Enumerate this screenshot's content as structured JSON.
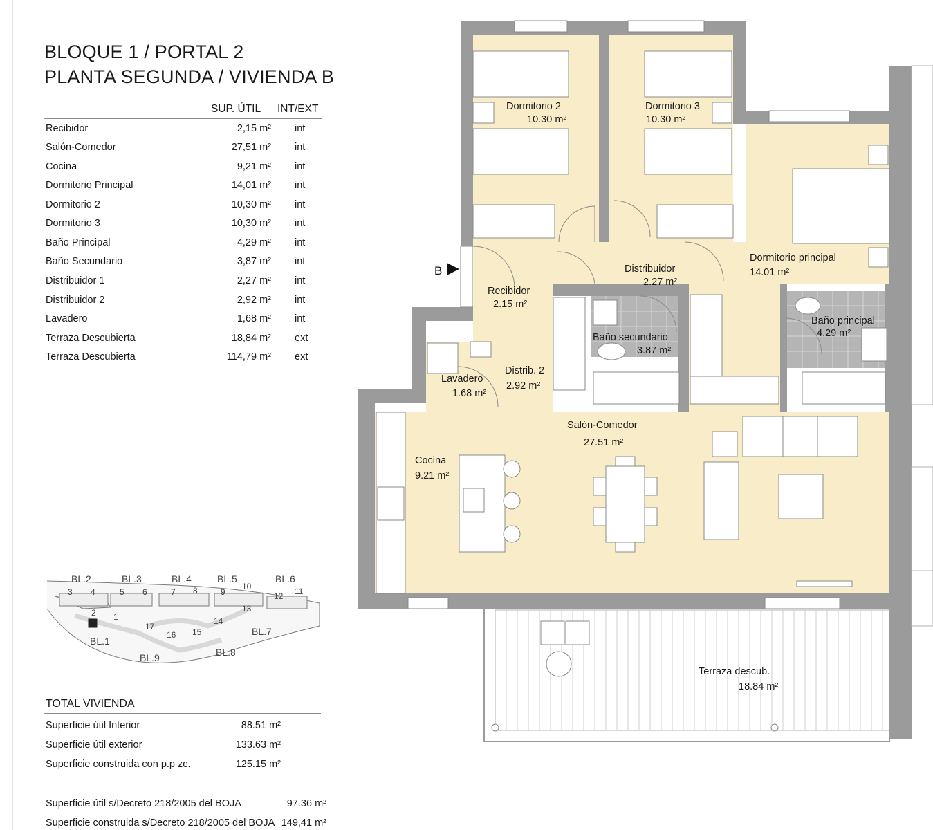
{
  "header": {
    "line1": "BLOQUE 1 / PORTAL 2",
    "line2": "PLANTA SEGUNDA / VIVIENDA B"
  },
  "table": {
    "col_area": "SUP. ÚTIL",
    "col_type": "INT/EXT",
    "rows": [
      {
        "name": "Recibidor",
        "area": "2,15 m²",
        "type": "int"
      },
      {
        "name": "Salón-Comedor",
        "area": "27,51 m²",
        "type": "int"
      },
      {
        "name": "Cocina",
        "area": "9,21 m²",
        "type": "int"
      },
      {
        "name": "Dormitorio Principal",
        "area": "14,01 m²",
        "type": "int"
      },
      {
        "name": "Dormitorio 2",
        "area": "10,30 m²",
        "type": "int"
      },
      {
        "name": "Dormitorio 3",
        "area": "10,30 m²",
        "type": "int"
      },
      {
        "name": "Baño Principal",
        "area": "4,29 m²",
        "type": "int"
      },
      {
        "name": "Baño Secundario",
        "area": "3,87 m²",
        "type": "int"
      },
      {
        "name": "Distribuidor 1",
        "area": "2,27 m²",
        "type": "int"
      },
      {
        "name": "Distribuidor 2",
        "area": "2,92 m²",
        "type": "int"
      },
      {
        "name": "Lavadero",
        "area": "1,68 m²",
        "type": "int"
      },
      {
        "name": "Terraza Descubierta",
        "area": "18,84 m²",
        "type": "ext"
      },
      {
        "name": "Terraza Descubierta",
        "area": "114,79 m²",
        "type": "ext"
      }
    ]
  },
  "site_map": {
    "blocks": [
      "BL.2",
      "BL.3",
      "BL.4",
      "BL.5",
      "BL.6",
      "BL.1",
      "BL.9",
      "BL.8",
      "BL.7"
    ],
    "numbers": [
      "3",
      "4",
      "5",
      "6",
      "7",
      "8",
      "9",
      "10",
      "12",
      "11",
      "2",
      "1",
      "17",
      "16",
      "15",
      "14",
      "13"
    ]
  },
  "totals": {
    "title": "TOTAL VIVIENDA",
    "rows": [
      {
        "label": "Superficie útil Interior",
        "value": "88.51 m²"
      },
      {
        "label": "Superficie útil exterior",
        "value": "133.63 m²"
      },
      {
        "label": "Superficie construida con p.p zc.",
        "value": "125.15 m²"
      }
    ]
  },
  "decree": [
    {
      "label": "Superficie útil s/Decreto 218/2005 del BOJA",
      "value": "97.36 m²"
    },
    {
      "label": "Superficie construida s/Decreto 218/2005 del BOJA",
      "value": "149,41 m²"
    }
  ],
  "plan": {
    "entrance": "B",
    "rooms": [
      {
        "name": "Dormitorio 2",
        "area": "10.30 m²"
      },
      {
        "name": "Dormitorio 3",
        "area": "10.30 m²"
      },
      {
        "name": "Dormitorio principal",
        "area": "14.01 m²"
      },
      {
        "name": "Distribuidor",
        "area": "2.27 m²"
      },
      {
        "name": "Recibidor",
        "area": "2.15 m²"
      },
      {
        "name": "Baño secundario",
        "area": "3.87 m²"
      },
      {
        "name": "Baño principal",
        "area": "4.29 m²"
      },
      {
        "name": "Distrib. 2",
        "area": "2.92 m²"
      },
      {
        "name": "Lavadero",
        "area": "1.68 m²"
      },
      {
        "name": "Salón-Comedor",
        "area": "27.51 m²"
      },
      {
        "name": "Cocina",
        "area": "9.21 m²"
      },
      {
        "name": "Terraza descub.",
        "area": "18.84 m²"
      }
    ]
  },
  "colors": {
    "room_fill": "#f9edc9",
    "wall": "#9b9b9b",
    "bath_tile": "#b5b5b5"
  }
}
